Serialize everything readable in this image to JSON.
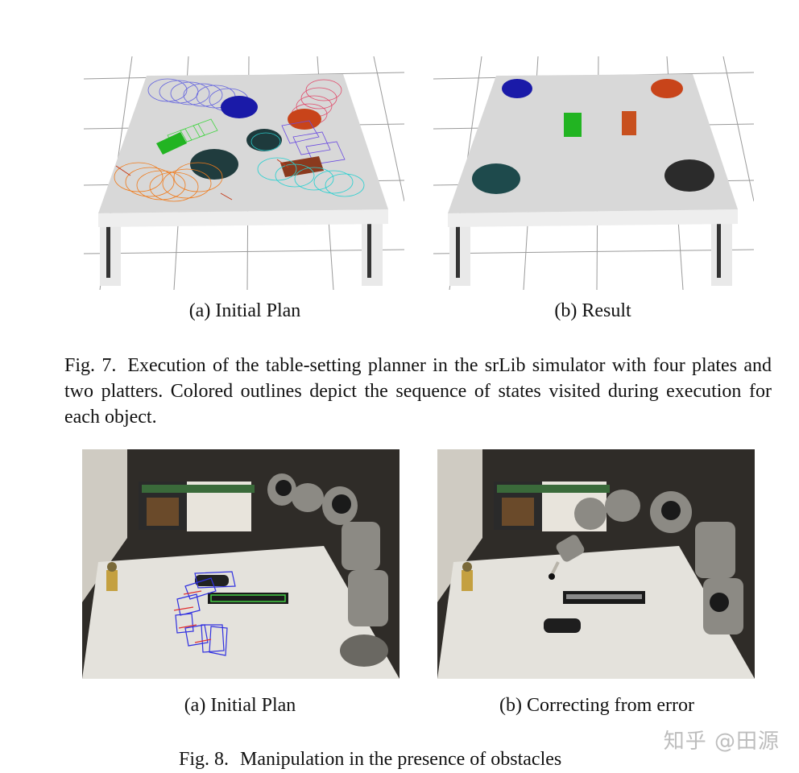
{
  "fig7": {
    "panel_a_label": "(a)  Initial Plan",
    "panel_b_label": "(b)  Result",
    "caption_label": "Fig. 7.",
    "caption_text": "Execution of the table-setting planner in the srLib simulator with four plates and two platters. Colored outlines depict the sequence of states visited during execution for each object.",
    "colors": {
      "blue_plate": "#1a1aa8",
      "orange_plate": "#c8441a",
      "green_platter": "#22b422",
      "orange_platter": "#c8501e",
      "teal_plate": "#1e4a4c",
      "dark_plate": "#2b2b2b",
      "table": "#dddddd"
    }
  },
  "fig8": {
    "panel_a_label": "(a)  Initial Plan",
    "panel_b_label": "(b)  Correcting from error",
    "caption_label": "Fig. 8.",
    "caption_text": "Manipulation in the presence of obstacles"
  },
  "watermark": "知乎 @田源"
}
